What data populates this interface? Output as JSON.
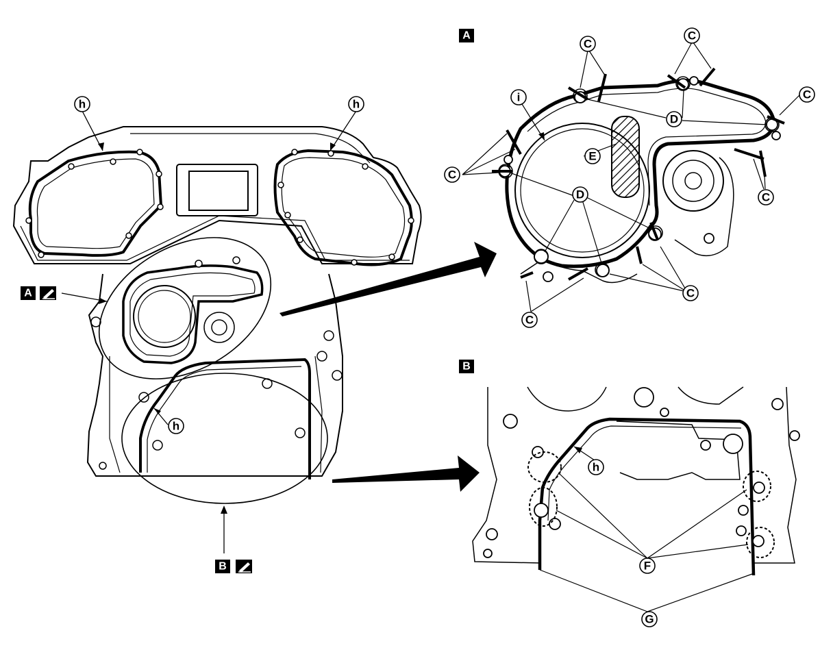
{
  "figure": {
    "panel_a_tag": "A",
    "panel_b_tag": "B",
    "callouts": {
      "h": "h",
      "i": "i",
      "C": "C",
      "D": "D",
      "E": "E",
      "F": "F",
      "G": "G"
    },
    "icons": {
      "sealant": "sealant-brush-icon",
      "arrow": "large-pointer-arrow-icon"
    },
    "colors": {
      "ink": "#000000",
      "paper": "#ffffff"
    }
  }
}
